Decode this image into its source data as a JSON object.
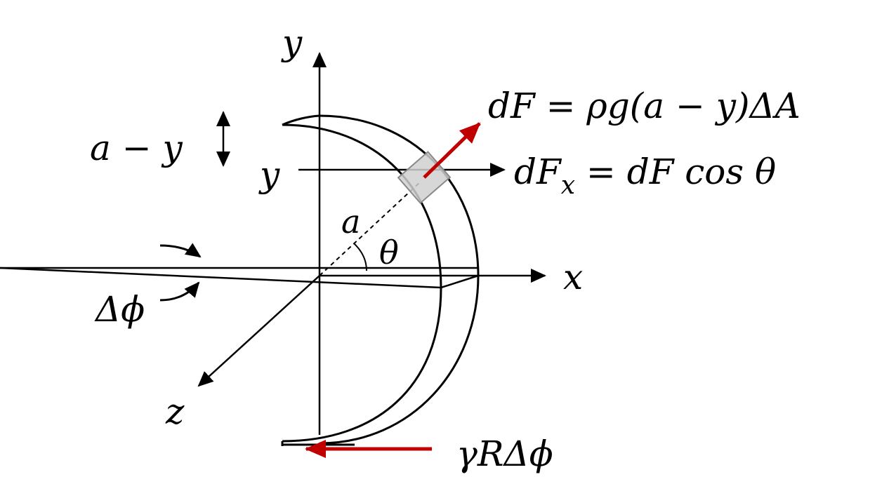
{
  "labels": {
    "y_axis": "y",
    "x_axis": "x",
    "z_axis": "z",
    "a_minus_y": "a − y",
    "y_level": "y",
    "radius_a": "a",
    "theta": "θ",
    "delta_phi": "Δϕ",
    "dF_eq": "dF = ρg(a − y)ΔA",
    "dFx_lhs": "dF",
    "dFx_sub": "x",
    "dFx_rhs": " =  dF cos θ",
    "tension": "γRΔϕ"
  },
  "colors": {
    "ink": "#000000",
    "force_arrow": "#c00000",
    "element_fill": "#d0d0d0"
  }
}
